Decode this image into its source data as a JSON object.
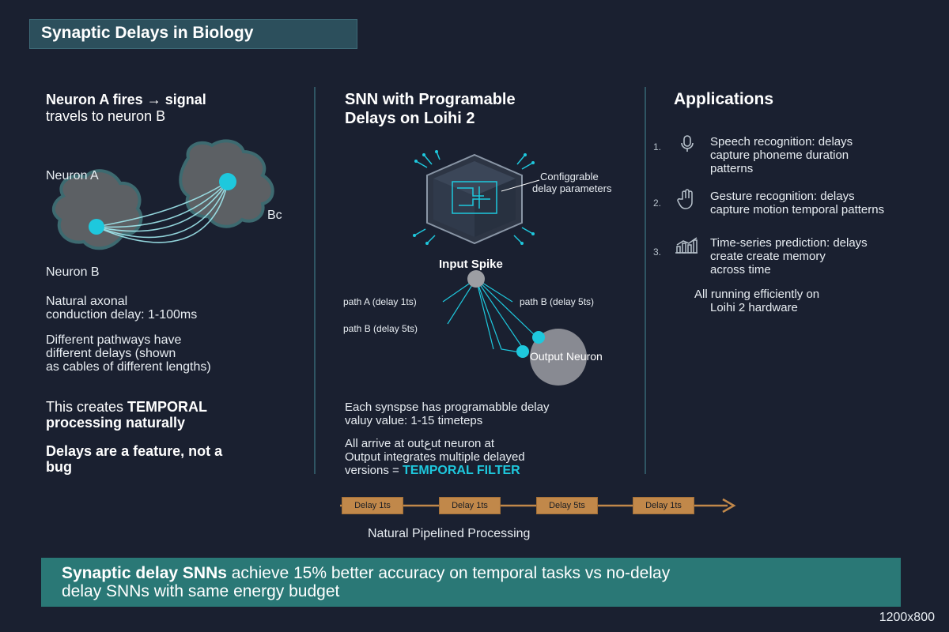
{
  "title": "Synaptic Delays in Biology",
  "left": {
    "heading_line1": "Neuron A fires → signal",
    "heading_line2": "travels to neuron B",
    "label_neuron_a": "Neuron A",
    "label_bc": "Bc",
    "label_neuron_b": "Neuron B",
    "delay_line1": "Natural axonal",
    "delay_line2": "conduction delay: 1-100ms",
    "path_line1": "Different pathways have",
    "path_line2": "different delays (shown",
    "path_line3": "as cables of different lengths)",
    "temporal_prefix": "This creates ",
    "temporal_bold": "TEMPORAL",
    "temporal_line2": "processing naturally",
    "feature_line1": "Delays are a feature, not a",
    "feature_line2": "bug"
  },
  "middle": {
    "heading_line1": "SNN with Programable",
    "heading_line2": "Delays on Loihi 2",
    "chip_label_line1": "Configgrable",
    "chip_label_line2": "delay parameters",
    "input_spike": "Input Spike",
    "path_a": "path A (delay 1ts)",
    "path_b_right": "path B (delay 5ts)",
    "path_b_left": "path B (delay 5ts)",
    "output_neuron": "Output Neuron",
    "synapse_line1": "Each synspse has programabble delay",
    "synapse_line2": "valuy value: 1-15 timeteps",
    "arrive_line1": "All arrive at outعut neuron at",
    "arrive_line2": "Output integrates multiple delayed",
    "arrive_line3_prefix": "versions = ",
    "arrive_line3_highlight": "TEMPORAL FILTER"
  },
  "right": {
    "heading": "Applications",
    "items": [
      {
        "num": "1.",
        "icon": "microphone-icon",
        "line1": "Speech recognition: delays",
        "line2": "capture phoneme duration",
        "line3": "patterns"
      },
      {
        "num": "2.",
        "icon": "hand-icon",
        "line1": "Gesture recognition: delays",
        "line2": "capture motion temporal patterns",
        "line3": ""
      },
      {
        "num": "3.",
        "icon": "chart-icon",
        "line1": "Time-series prediction: delays",
        "line2": "create create memory",
        "line3": "across time"
      }
    ],
    "footer_line1": "All running efficiently on",
    "footer_line2": "Loihi 2 hardware"
  },
  "pipeline": {
    "boxes": [
      "Delay 1ts",
      "Delay 1ts",
      "Delay 5ts",
      "Delay 1ts"
    ],
    "caption": "Natural Pipelined Processing"
  },
  "banner": {
    "bold": "Synaptic delay SNNs",
    "line1_rest": " achieve 15% better accuracy on temporal tasks vs no-delay",
    "line2": "delay SNNs with same energy budget"
  },
  "size_label": "1200x800",
  "colors": {
    "background": "#1a2030",
    "accent_cyan": "#1ec8dd",
    "banner": "#2a7876",
    "pipeline_box": "#c1884a"
  }
}
